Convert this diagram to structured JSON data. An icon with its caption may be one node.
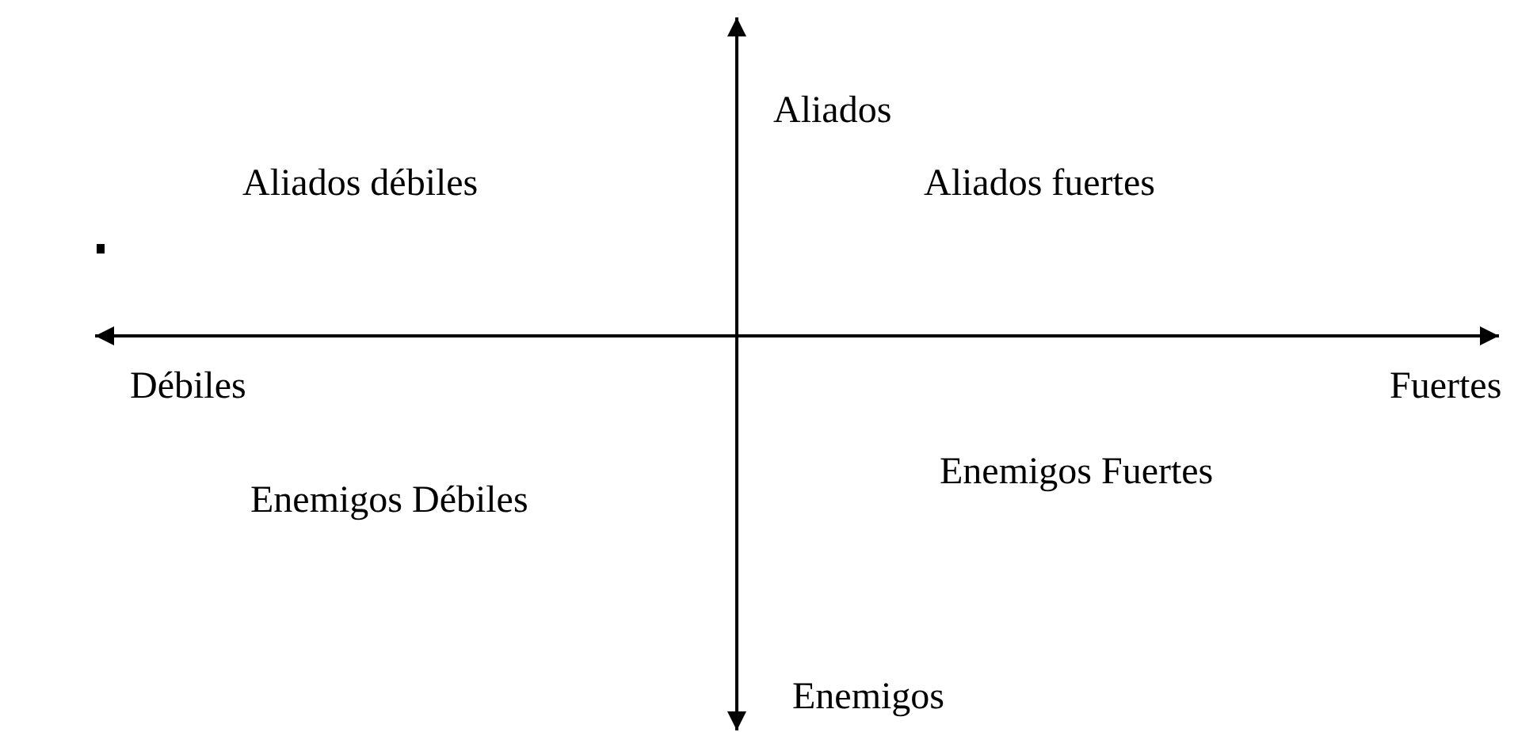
{
  "diagram": {
    "labels": [
      "Aliados",
      "Aliados débiles",
      "Aliados fuertes",
      "Débiles",
      "Fuertes",
      "Enemigos Fuertes",
      "Enemigos Débiles",
      "Enemigos"
    ]
  }
}
